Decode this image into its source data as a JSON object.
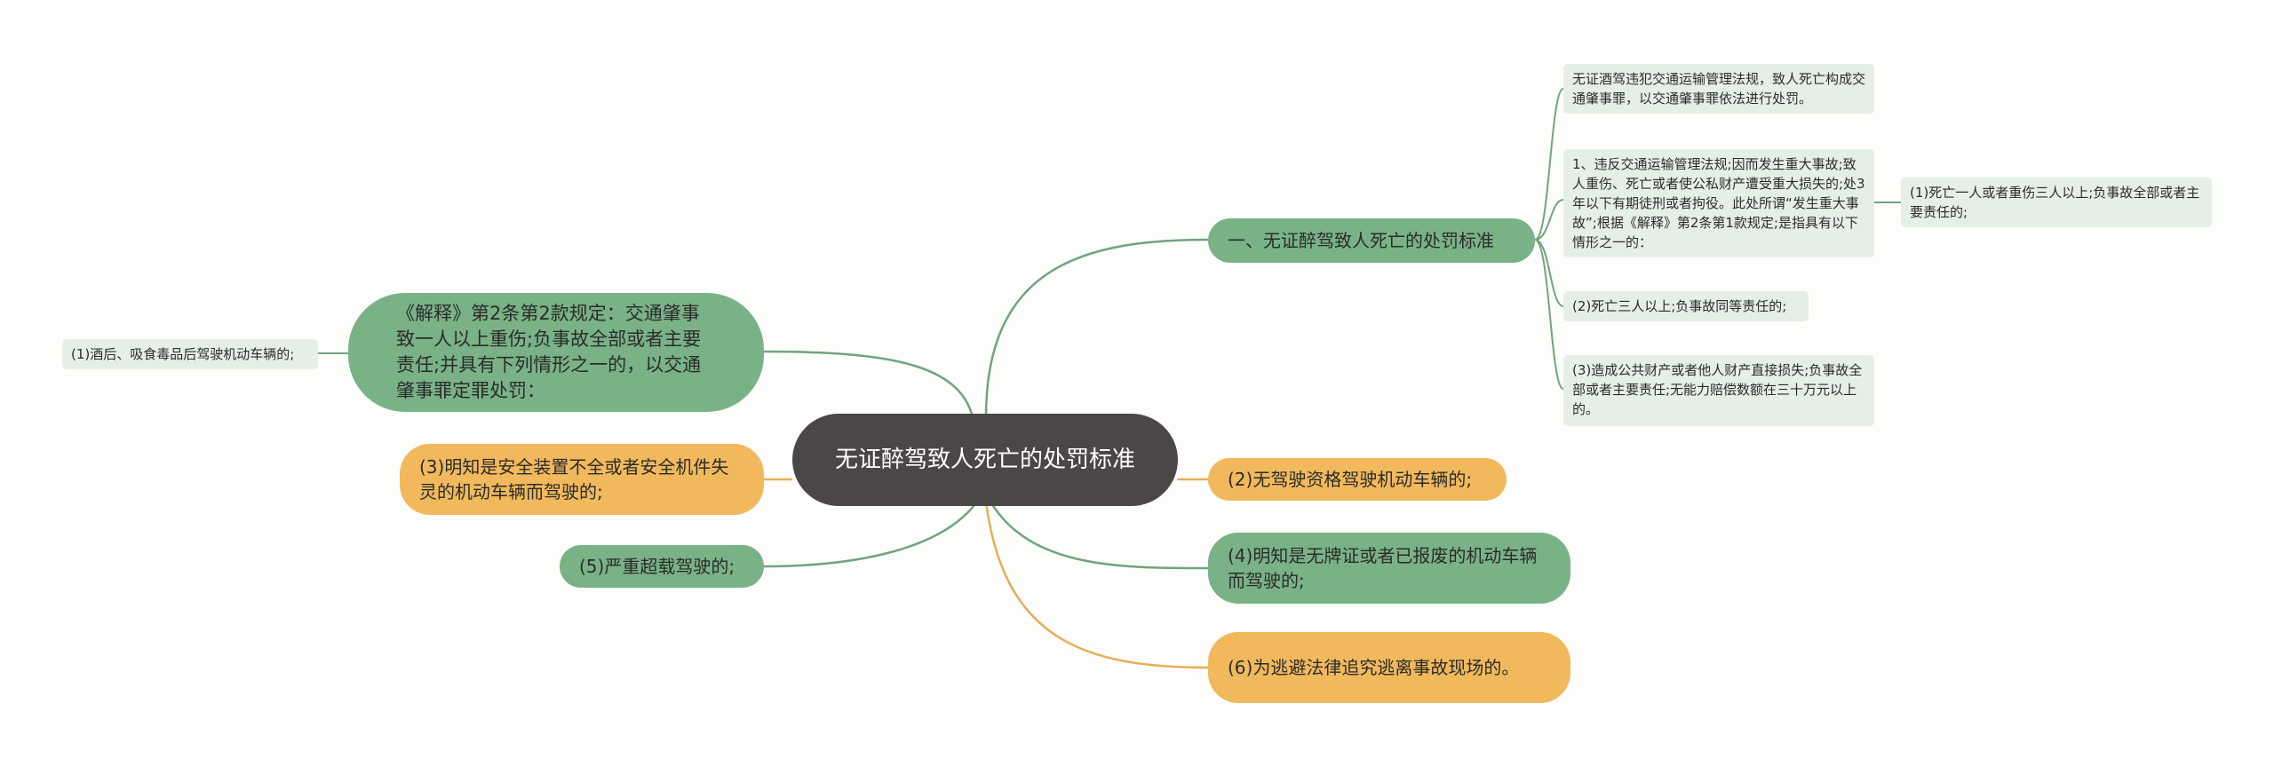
{
  "colors": {
    "root": "#4b4746",
    "green": "#79b286",
    "yellow": "#f1b95c",
    "leaf": "#e6efe7",
    "line_green": "#6fa57c",
    "line_yellow": "#e8ad55"
  },
  "root": {
    "label": "无证醉驾致人死亡的处罚标准"
  },
  "branches": {
    "standard": "一、无证醉驾致人死亡的处罚标准",
    "interpretation": "《解释》第2条第2款规定：交通肇事致一人以上重伤;负事故全部或者主要责任;并具有下列情形之一的，以交通肇事罪定罪处罚：",
    "item3": "(3)明知是安全装置不全或者安全机件失灵的机动车辆而驾驶的;",
    "item5": "(5)严重超载驾驶的;",
    "item2": "(2)无驾驶资格驾驶机动车辆的;",
    "item4": "(4)明知是无牌证或者已报废的机动车辆而驾驶的;",
    "item6": "(6)为逃避法律追究逃离事故现场的。"
  },
  "leaves": {
    "summary": "无证酒驾违犯交通运输管理法规，致人死亡构成交通肇事罪，以交通肇事罪依法进行处罚。",
    "rule1": "1、违反交通运输管理法规;因而发生重大事故;致人重伤、死亡或者使公私财产遭受重大损失的;处3年以下有期徒刑或者拘役。此处所谓“发生重大事故”;根据《解释》第2条第1款规定;是指具有以下情形之一的：",
    "rule1_sub": "(1)死亡一人或者重伤三人以上;负事故全部或者主要责任的;",
    "rule2": "(2)死亡三人以上;负事故同等责任的;",
    "rule3": "(3)造成公共财产或者他人财产直接损失;负事故全部或者主要责任;无能力赔偿数额在三十万元以上的。",
    "item1": "(1)酒后、吸食毒品后驾驶机动车辆的;"
  }
}
